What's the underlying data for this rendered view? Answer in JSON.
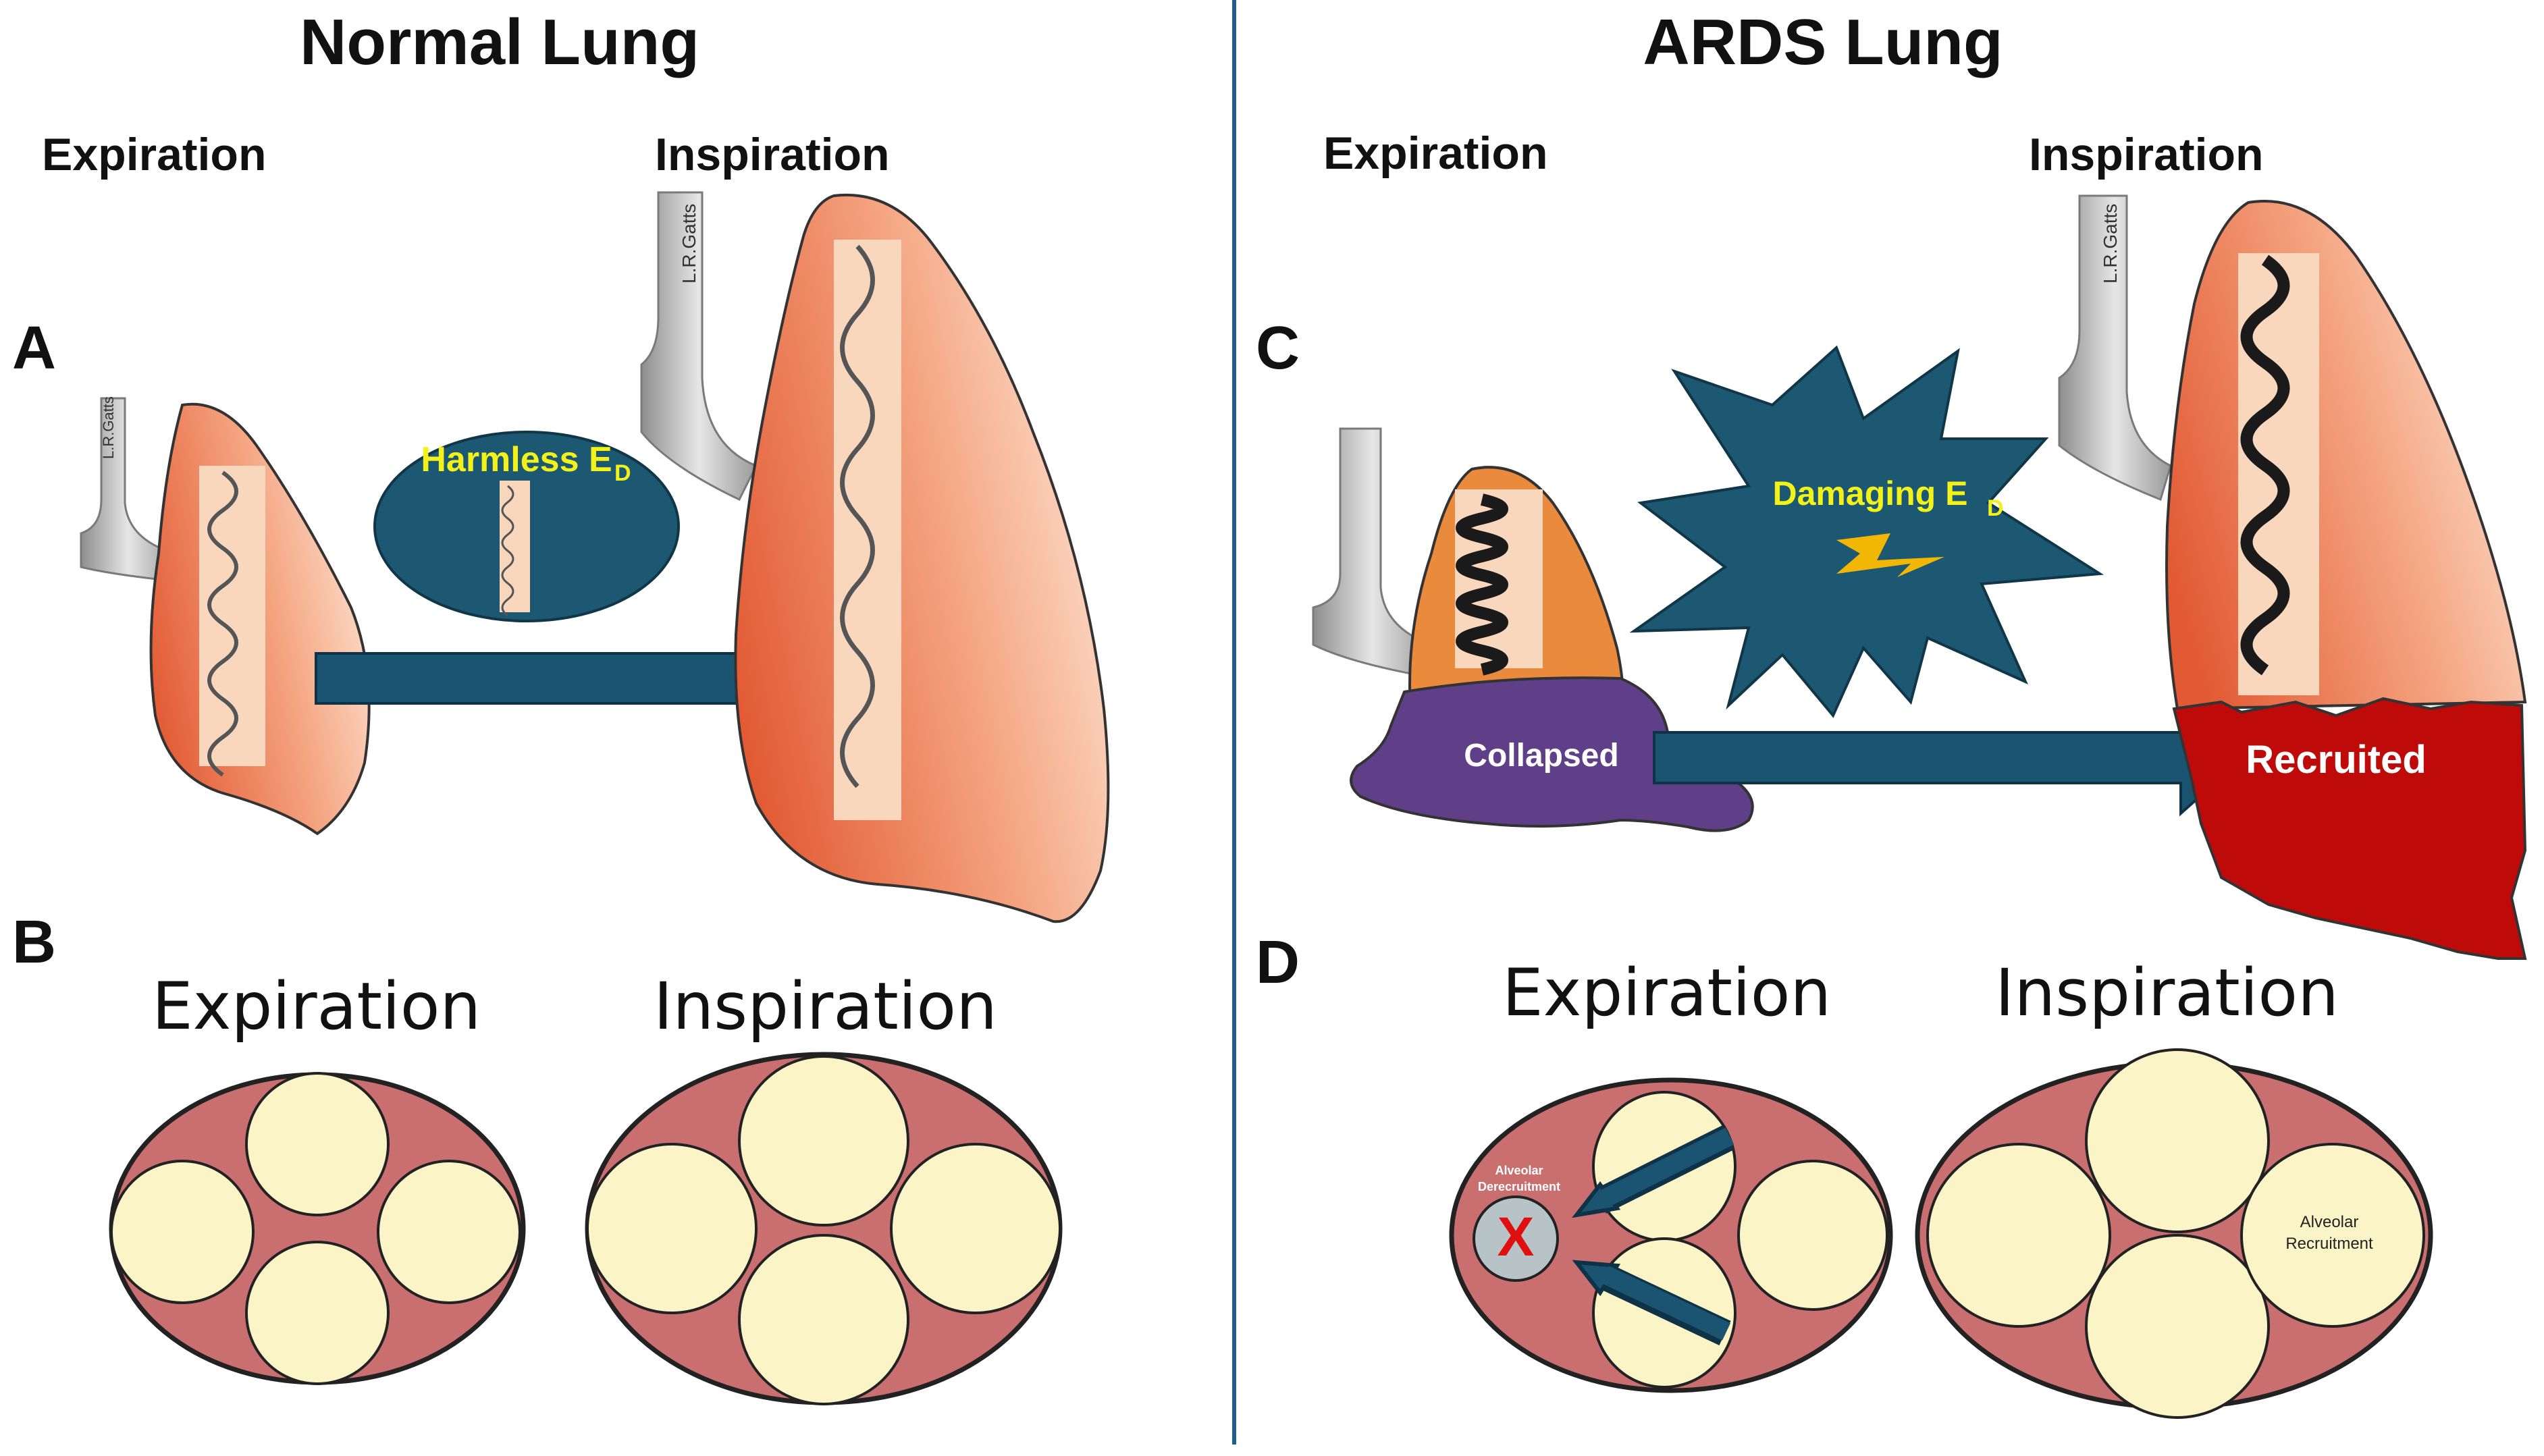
{
  "titles": {
    "left": "Normal Lung",
    "right": "ARDS Lung"
  },
  "panels": {
    "a": {
      "letter": "A",
      "expiration": "Expiration",
      "inspiration": "Inspiration",
      "bubble": "Harmless E",
      "bubble_sub": "D"
    },
    "b": {
      "letter": "B",
      "expiration": "Expiration",
      "inspiration": "Inspiration"
    },
    "c": {
      "letter": "C",
      "expiration": "Expiration",
      "inspiration": "Inspiration",
      "burst": "Damaging E",
      "burst_sub": "D",
      "collapsed": "Collapsed",
      "recruited": "Recruited"
    },
    "d": {
      "letter": "D",
      "expiration": "Expiration",
      "inspiration": "Inspiration",
      "derecruit_1": "Alveolar",
      "derecruit_2": "Derecruitment",
      "recruit_1": "Alveolar",
      "recruit_2": "Recruitment"
    }
  },
  "signature": "L.R.Gatts",
  "colors": {
    "lung_light": "#f7c3a4",
    "lung_dark": "#e7623c",
    "bubble": "#1d5873",
    "arrow": "#1b5470",
    "alveolus": "#fbf4c6",
    "tissue": "#c96f70",
    "collapsed": "#5f3f88",
    "recruited": "#bf0a0a",
    "collapsed_top": "#e98a3d",
    "label_yellow": "#f2f21a",
    "divider": "#1f5f8b"
  }
}
